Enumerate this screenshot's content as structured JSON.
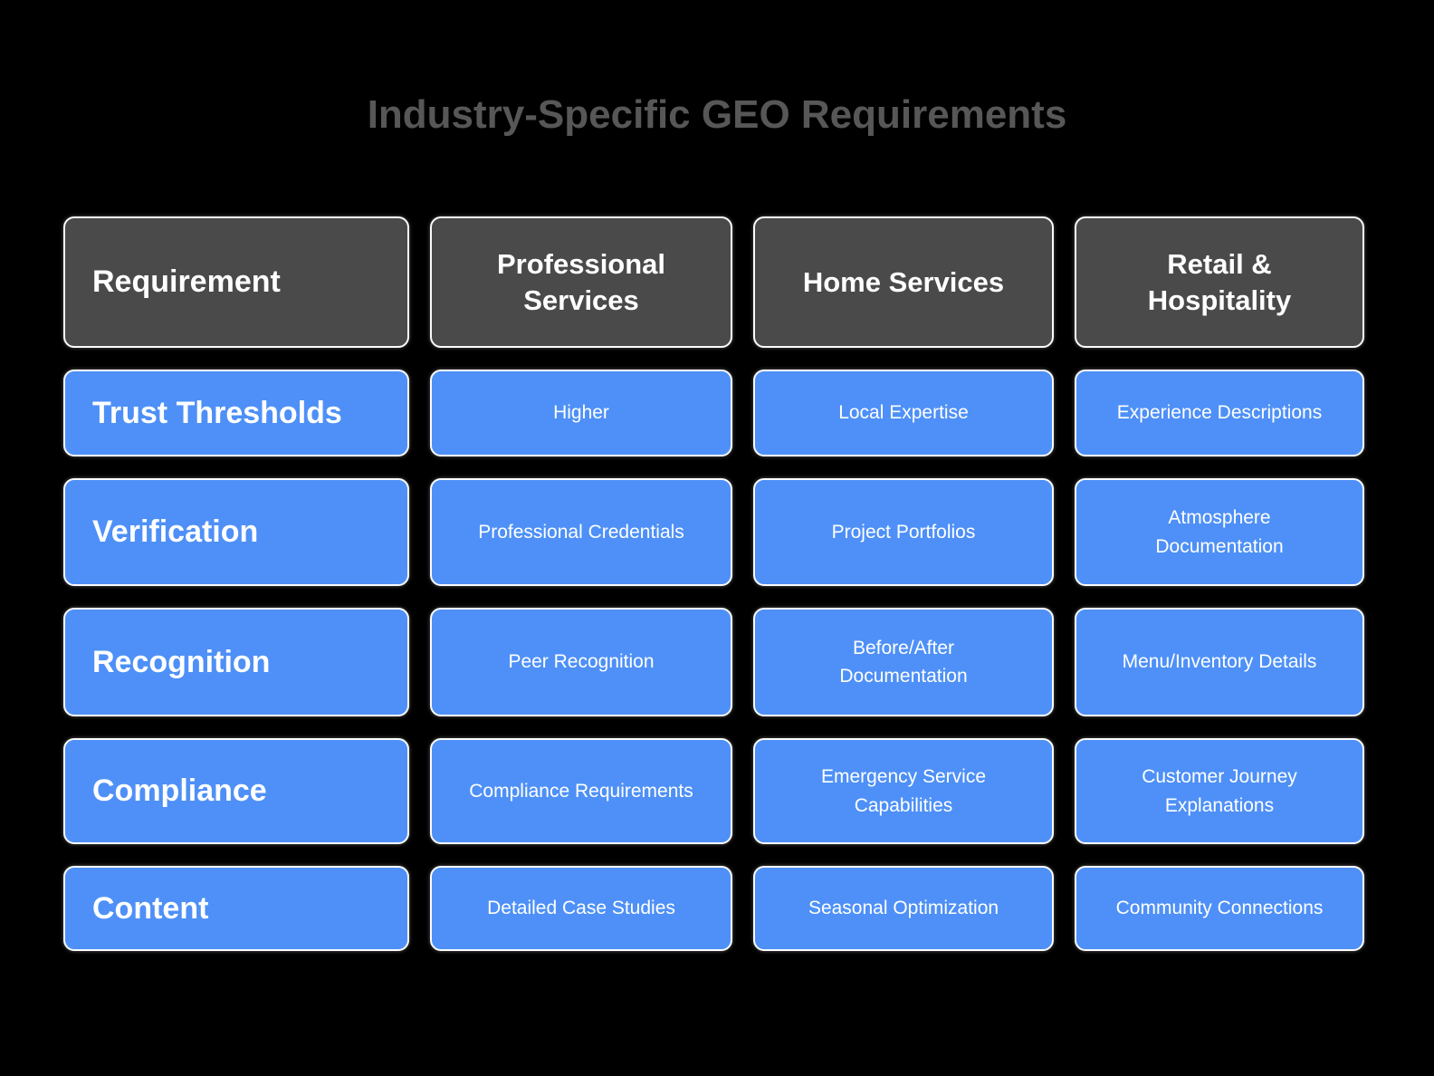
{
  "title": "Industry-Specific GEO Requirements",
  "colors": {
    "background": "#000000",
    "header_fill": "#4a4a4a",
    "cell_fill": "#4e90f7",
    "cell_border": "#fbfbfb",
    "title_text": "#575757",
    "cell_text": "#ffffff"
  },
  "chart_data": {
    "type": "table",
    "title": "Industry-Specific GEO Requirements",
    "columns": [
      "Requirement",
      "Professional Services",
      "Home Services",
      "Retail & Hospitality"
    ],
    "rows": [
      [
        "Trust Thresholds",
        "Higher",
        "Local Expertise",
        "Experience Descriptions"
      ],
      [
        "Verification",
        "Professional Credentials",
        "Project Portfolios",
        "Atmosphere Documentation"
      ],
      [
        "Recognition",
        "Peer Recognition",
        "Before/After Documentation",
        "Menu/Inventory Details"
      ],
      [
        "Compliance",
        "Compliance Requirements",
        "Emergency Service Capabilities",
        "Customer Journey Explanations"
      ],
      [
        "Content",
        "Detailed Case Studies",
        "Seasonal Optimization",
        "Community Connections"
      ]
    ]
  },
  "display": {
    "headers": [
      "Requirement",
      "Professional\nServices",
      "Home Services",
      "Retail &\nHospitality"
    ],
    "rows": [
      {
        "label": "Trust Thresholds",
        "cells": [
          "Higher",
          "Local Expertise",
          "Experience Descriptions"
        ]
      },
      {
        "label": "Verification",
        "cells": [
          "Professional Credentials",
          "Project Portfolios",
          "Atmosphere\nDocumentation"
        ]
      },
      {
        "label": "Recognition",
        "cells": [
          "Peer Recognition",
          "Before/After\nDocumentation",
          "Menu/Inventory Details"
        ]
      },
      {
        "label": "Compliance",
        "cells": [
          "Compliance Requirements",
          "Emergency Service\nCapabilities",
          "Customer Journey\nExplanations"
        ]
      },
      {
        "label": "Content",
        "cells": [
          "Detailed Case Studies",
          "Seasonal Optimization",
          "Community Connections"
        ]
      }
    ]
  }
}
